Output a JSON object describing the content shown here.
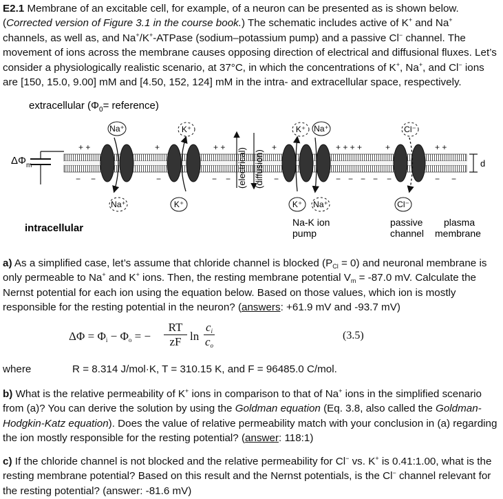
{
  "intro": {
    "code": "E2.1",
    "t1": " Membrane of an excitable cell, for example, of a neuron can be presented as is shown below. (",
    "corrected": "Corrected version of Figure 3.1 in the course book.",
    "t2": ") The schematic includes active of K",
    "t3": " and Na",
    "t4": " channels, as well as, and Na",
    "t5": "/K",
    "t6": "-ATPase (sodium–potassium pump) and a passive Cl",
    "t7": " channel. The movement of ions across the membrane causes opposing direction of electrical and diffusional fluxes. Let’s consider a physiologically realistic scenario, at 37°C, in which the concentrations of K",
    "t8": ", Na",
    "t9": ", and Cl",
    "t10": " ions are [150, 15.0, 9.00] mM and [4.50, 152, 124] mM in the intra- and extracellular space, respectively.",
    "plus": "+",
    "minus": "−"
  },
  "figure": {
    "extracellular_label": "extracellular (Φ",
    "extracellular_sub": "0",
    "extracellular_rest": "= reference)",
    "intracellular_label": "intracellular",
    "delta_phi": "ΔΦ",
    "delta_phi_sub": "m",
    "ion_na_top_1": "Na⁺",
    "ion_k_top_1": "K⁺",
    "ion_k_top_2": "K⁺",
    "ion_na_top_2": "Na⁺",
    "ion_cl_top": "Cl⁻",
    "ion_na_bottom_1": "Na⁺",
    "ion_k_bottom_1": "K⁺",
    "ion_k_bottom_2": "K⁺",
    "ion_na_bottom_2": "Na⁺",
    "ion_cl_bottom": "Cl⁻",
    "electrical_label": "(electrical)",
    "diffusion_label": "(diffusion)",
    "pump_label_1": "Na-K ion",
    "pump_label_2": "pump",
    "passive_label_1": "passive",
    "passive_label_2": "channel",
    "plasma_label_1": "plasma",
    "plasma_label_2": "membrane",
    "d_label": "d",
    "plus_group_1": "+  +",
    "plus_group_2": "+",
    "plus_group_3": "+ +",
    "plus_group_4": "+",
    "plus_group_5": "+  +  + +",
    "plus_group_6": "+",
    "plus_group_7": "+   +",
    "minus_glyph": "−"
  },
  "part_a": {
    "label": "a)",
    "t1": " As a simplified case, let’s assume that chloride channel is blocked (P",
    "p_sub": "Cl",
    "t2": " = 0) and neuronal membrane is only permeable to Na",
    "t3": " and K",
    "t4": " ions. Then, the resting membrane potential V",
    "v_sub": "m",
    "t5": " = -87.0 mV. Calculate the Nernst potential for each ion using the equation below. Based on those values, which ion is mostly responsible for the resting potential in the neuron? (",
    "answers_word": "answers",
    "t6": ": +61.9 mV and -93.7 mV)"
  },
  "equation": {
    "lhs": "ΔΦ = Φ",
    "sub_i": "i",
    "minus": " − Φ",
    "sub_o": "o",
    "eq": " = −",
    "rt": "RT",
    "zf": "zF",
    "ln": "ln",
    "c": "c",
    "number": "(3.5)"
  },
  "where": {
    "label": "where",
    "values": "R = 8.314 J/mol·K, T = 310.15 K, and F = 96485.0 C/mol."
  },
  "part_b": {
    "label": "b)",
    "t1": " What is the relative permeability of K",
    "t2": " ions in comparison to that of Na",
    "t3": " ions in the simplified scenario from (a)? You can derive the solution by using the ",
    "goldman": "Goldman equation",
    "t4": " (Eq. 3.8, also called the ",
    "ghk": "Goldman-Hodgkin-Katz equation",
    "t5": "). Does the value of relative permeability match with your conclusion in (a) regarding the ion mostly responsible for the resting potential? (",
    "answer_word": "answer",
    "t6": ": 118:1)"
  },
  "part_c": {
    "label": "c)",
    "t1": " If the chloride channel is not blocked and the relative permeability for Cl",
    "t2": " vs. K",
    "t3": " is 0.41:1.00, what is the resting membrane potential? Based on this result and the Nernst potentials, is the Cl",
    "t4": " channel relevant for the resting potential? (answer: -81.6 mV)"
  }
}
